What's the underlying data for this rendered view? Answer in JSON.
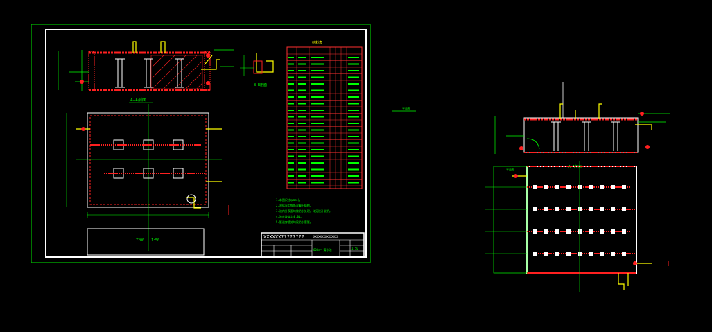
{
  "colors": {
    "background": "#000000",
    "frame_green": "#00c000",
    "paper_white": "#ffffff",
    "wall_red": "#ff2020",
    "pipe_yellow": "#ffff00",
    "dim_green": "#00ff00",
    "table_red": "#ff3030",
    "cyan": "#00ffff"
  },
  "drawing1": {
    "section_label": "A—A剖面",
    "scale_label": "1:50",
    "detail_label": "B—B剖面",
    "table_title": "材料表",
    "title_block": {
      "title_text": "XXXXXX????????",
      "project_text": "XXXXXXXXXXXXXXX",
      "drawing_name": "600m³ 清水池",
      "scale_value": "1:50"
    },
    "notes": [
      "1.本图尺寸以mm计。",
      "2.池体采用钢筋混凝土结构。",
      "3.池内外表面均做防水处理，详见设计说明。",
      "4.池底坡度i=0.01。",
      "5.管道穿墙处均设防水套管。"
    ],
    "plan_dim": "7200",
    "plan_scale": "1:50"
  },
  "drawing2": {
    "section_label": "A—A剖面",
    "plan_label": "平面图"
  },
  "stray_label": "平面图"
}
